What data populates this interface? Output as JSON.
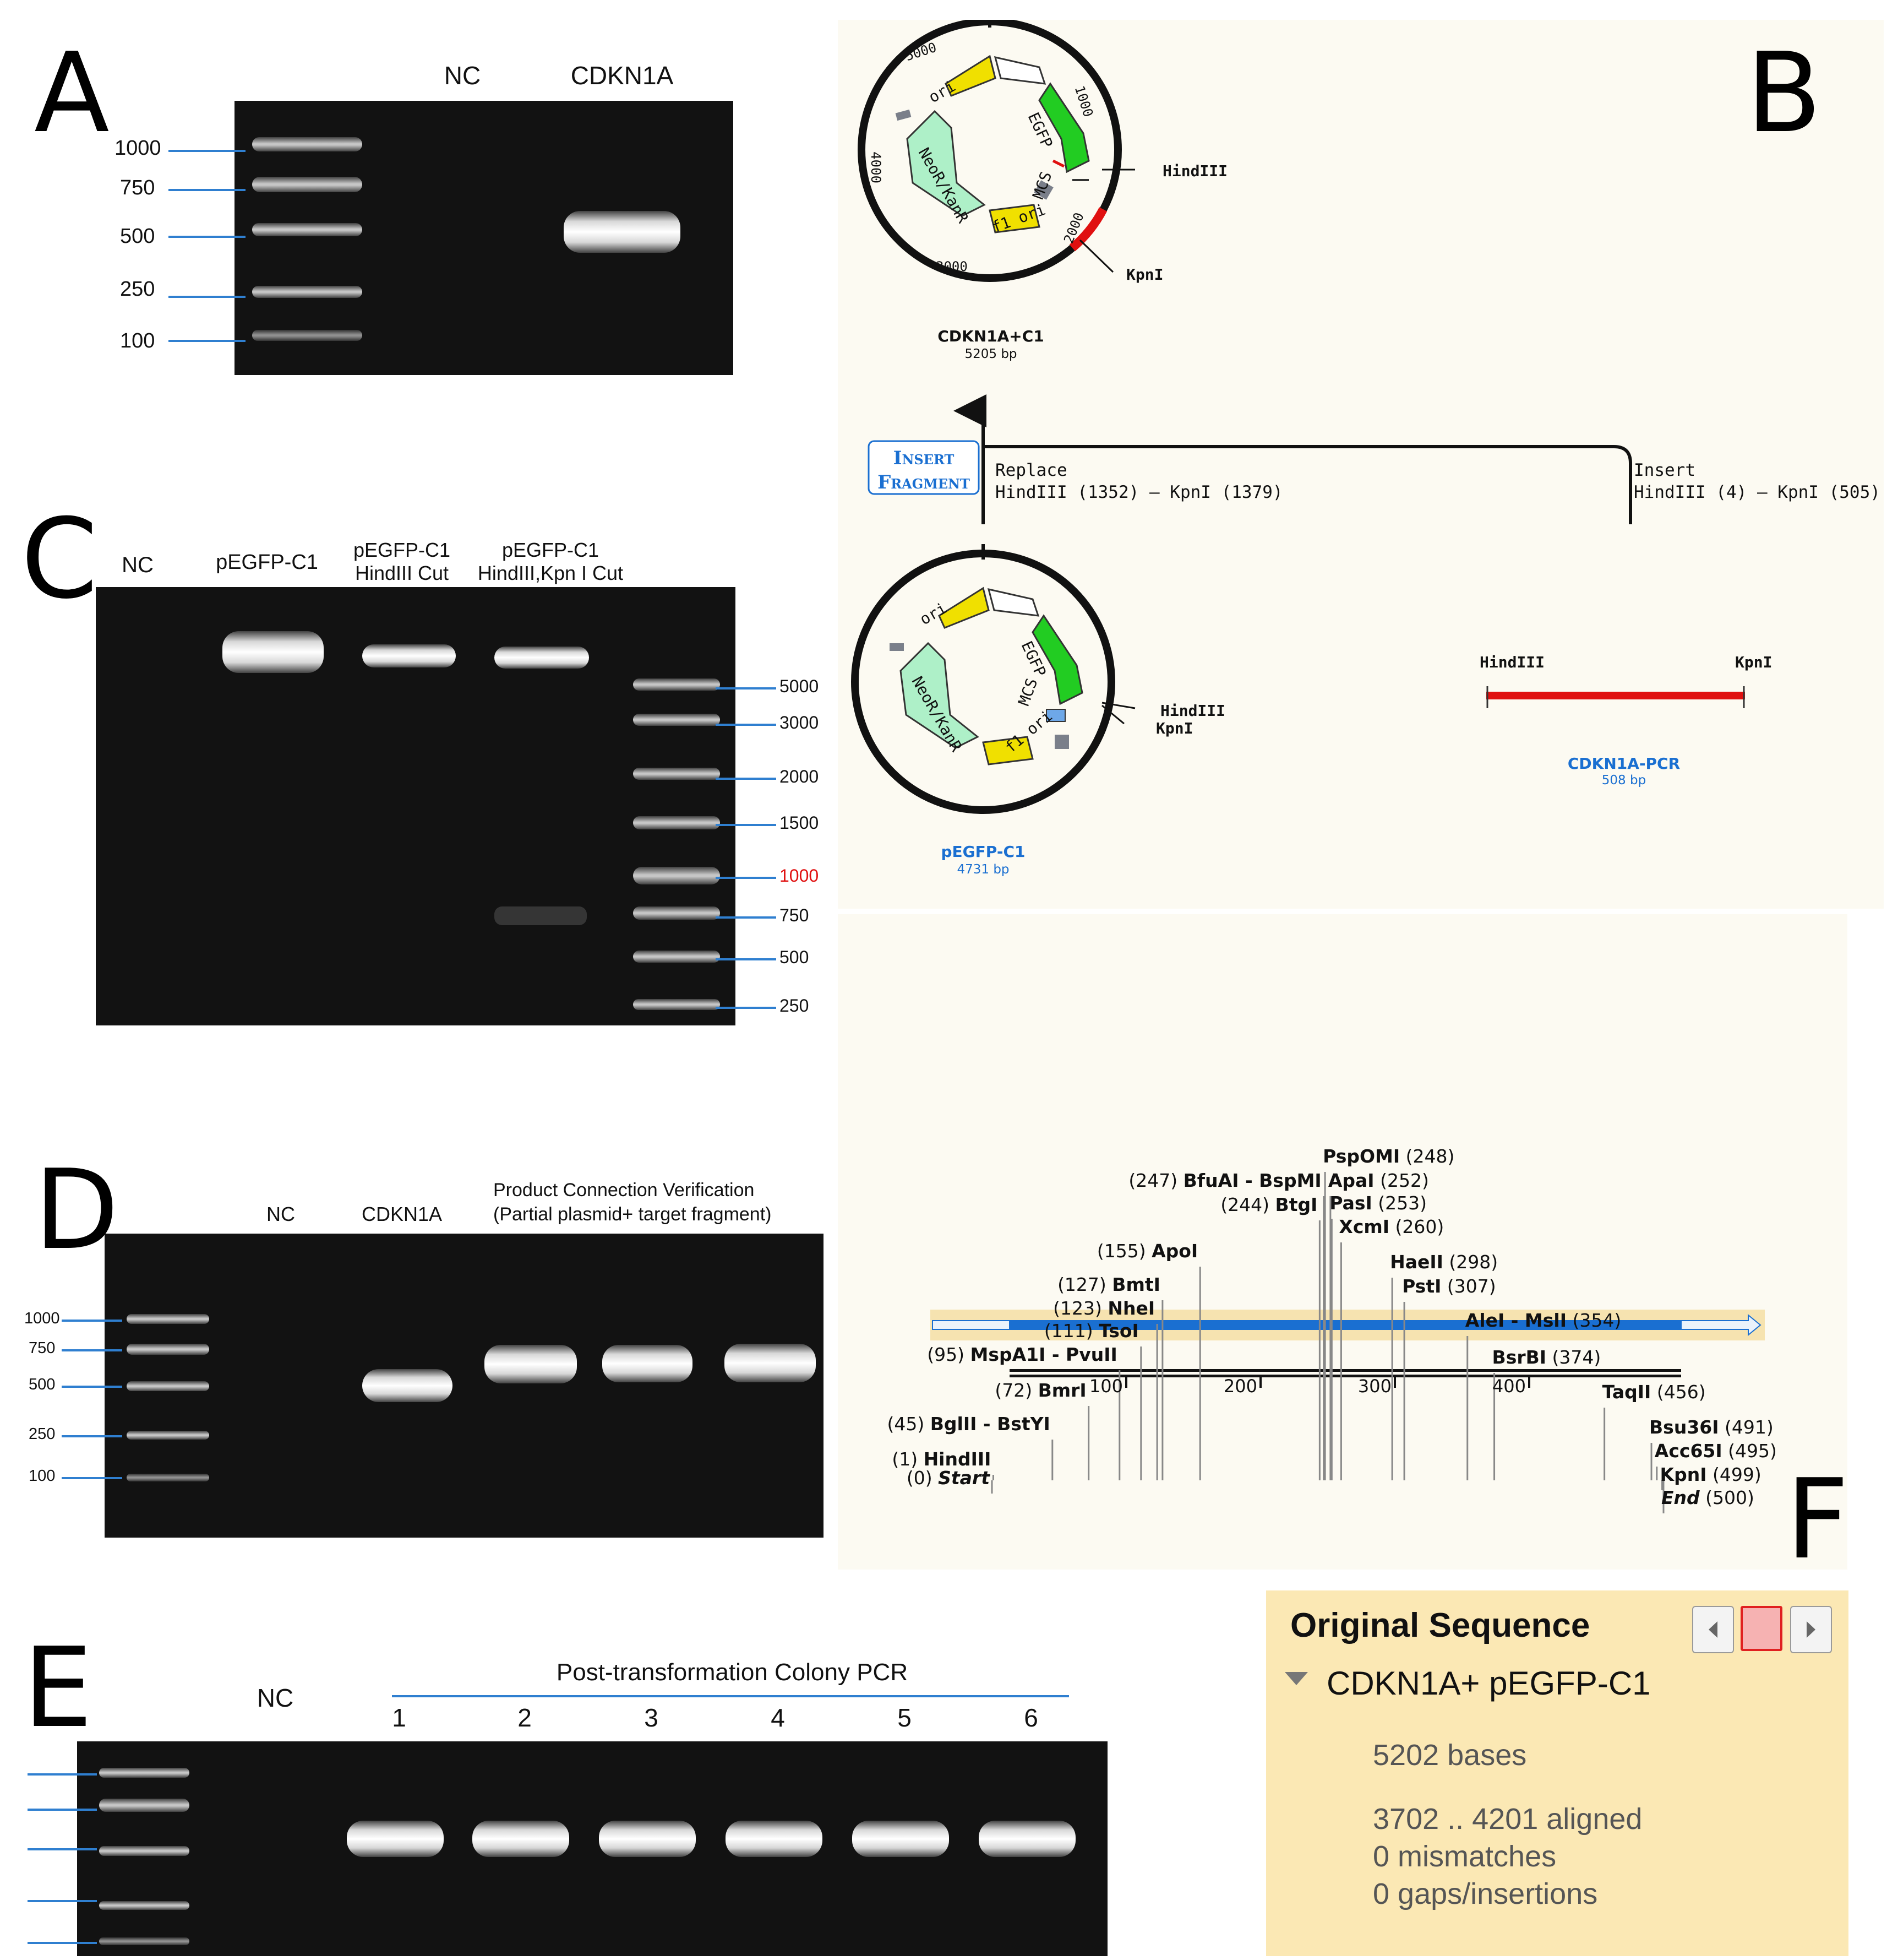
{
  "panels": {
    "a": "A",
    "b": "B",
    "c": "C",
    "d": "D",
    "e": "E",
    "f": "F"
  },
  "panel_a": {
    "lanes": [
      "NC",
      "CDKN1A"
    ],
    "markers": [
      "1000",
      "750",
      "500",
      "250",
      "100"
    ]
  },
  "panel_b": {
    "result_plasmid": {
      "name": "CDKN1A+C1",
      "size": "5205 bp",
      "ticks": [
        "5000",
        "1000",
        "4000",
        "2000",
        "3000"
      ],
      "features": [
        "ori",
        "EGFP",
        "NeoR/KanR",
        "MCS",
        "f1 ori"
      ],
      "sites": [
        "HindIII",
        "KpnI"
      ]
    },
    "insert_fragment_label": [
      "Insert",
      "Fragment"
    ],
    "replace": {
      "label": "Replace",
      "range": "HindIII (1352) — KpnI (1379)"
    },
    "insert": {
      "label": "Insert",
      "range": "HindIII (4) — KpnI (505)"
    },
    "vector": {
      "name": "pEGFP-C1",
      "size": "4731 bp",
      "features": [
        "ori",
        "EGFP",
        "MCS",
        "NeoR/KanR",
        "f1 ori"
      ],
      "sites": [
        "HindIII",
        "KpnI"
      ]
    },
    "pcr": {
      "name": "CDKN1A-PCR",
      "size": "508 bp",
      "left_site": "HindIII",
      "right_site": "KpnI"
    },
    "colors": {
      "arrow_green": "#22cc22",
      "arrow_yellow": "#f0e000",
      "arrow_mint": "#aef0c8",
      "insert_red": "#e01010",
      "link_blue": "#1a6fd1"
    }
  },
  "panel_c": {
    "lanes": [
      {
        "line1": "NC",
        "line2": ""
      },
      {
        "line1": "pEGFP-C1",
        "line2": ""
      },
      {
        "line1": "pEGFP-C1",
        "line2": "HindIII Cut"
      },
      {
        "line1": "pEGFP-C1",
        "line2": "HindIII,Kpn I  Cut"
      }
    ],
    "markers": [
      "5000",
      "3000",
      "2000",
      "1500",
      "1000",
      "750",
      "500",
      "250"
    ],
    "highlight_marker_color": "#e01010"
  },
  "panel_d": {
    "lanes": [
      "NC",
      "CDKN1A"
    ],
    "verification_label": [
      "Product Connection Verification",
      "(Partial plasmid+ target fragment)"
    ],
    "markers": [
      "1000",
      "750",
      "500",
      "250",
      "100"
    ]
  },
  "panel_e": {
    "nc": "NC",
    "title": "Post-transformation Colony PCR",
    "lanes": [
      "1",
      "2",
      "3",
      "4",
      "5",
      "6"
    ]
  },
  "panel_f": {
    "sites": [
      {
        "pos": "(0)",
        "name": "Start",
        "italic": true
      },
      {
        "pos": "(1)",
        "name": "HindIII"
      },
      {
        "pos": "(45)",
        "name": "BglII - BstYI"
      },
      {
        "pos": "(72)",
        "name": "BmrI"
      },
      {
        "pos": "(95)",
        "name": "MspA1I - PvuII"
      },
      {
        "pos": "(111)",
        "name": "TsoI"
      },
      {
        "pos": "(123)",
        "name": "NheI"
      },
      {
        "pos": "(127)",
        "name": "BmtI"
      },
      {
        "pos": "(155)",
        "name": "ApoI"
      },
      {
        "pos": "(244)",
        "name": "BtgI"
      },
      {
        "pos": "(247)",
        "name": "BfuAI - BspMI"
      },
      {
        "pos": "(248)",
        "name": "PspOMI"
      },
      {
        "pos": "(252)",
        "name": "ApaI"
      },
      {
        "pos": "(253)",
        "name": "PasI"
      },
      {
        "pos": "(260)",
        "name": "XcmI"
      },
      {
        "pos": "(298)",
        "name": "HaeII"
      },
      {
        "pos": "(307)",
        "name": "PstI"
      },
      {
        "pos": "(354)",
        "name": "AleI - MslI"
      },
      {
        "pos": "(374)",
        "name": "BsrBI"
      },
      {
        "pos": "(456)",
        "name": "TaqII"
      },
      {
        "pos": "(491)",
        "name": "Bsu36I"
      },
      {
        "pos": "(495)",
        "name": "Acc65I"
      },
      {
        "pos": "(499)",
        "name": "KpnI"
      },
      {
        "pos": "(500)",
        "name": "End",
        "italic": true
      }
    ],
    "axis_ticks": [
      "100",
      "200",
      "300",
      "400"
    ]
  },
  "sequence_box": {
    "title": "Original Sequence",
    "entry": "CDKN1A+ pEGFP-C1",
    "bases": "5202 bases",
    "aligned": "3702 .. 4201 aligned",
    "mismatches": "0 mismatches",
    "gaps": "0 gaps/insertions",
    "background": "#fbe8b4"
  }
}
